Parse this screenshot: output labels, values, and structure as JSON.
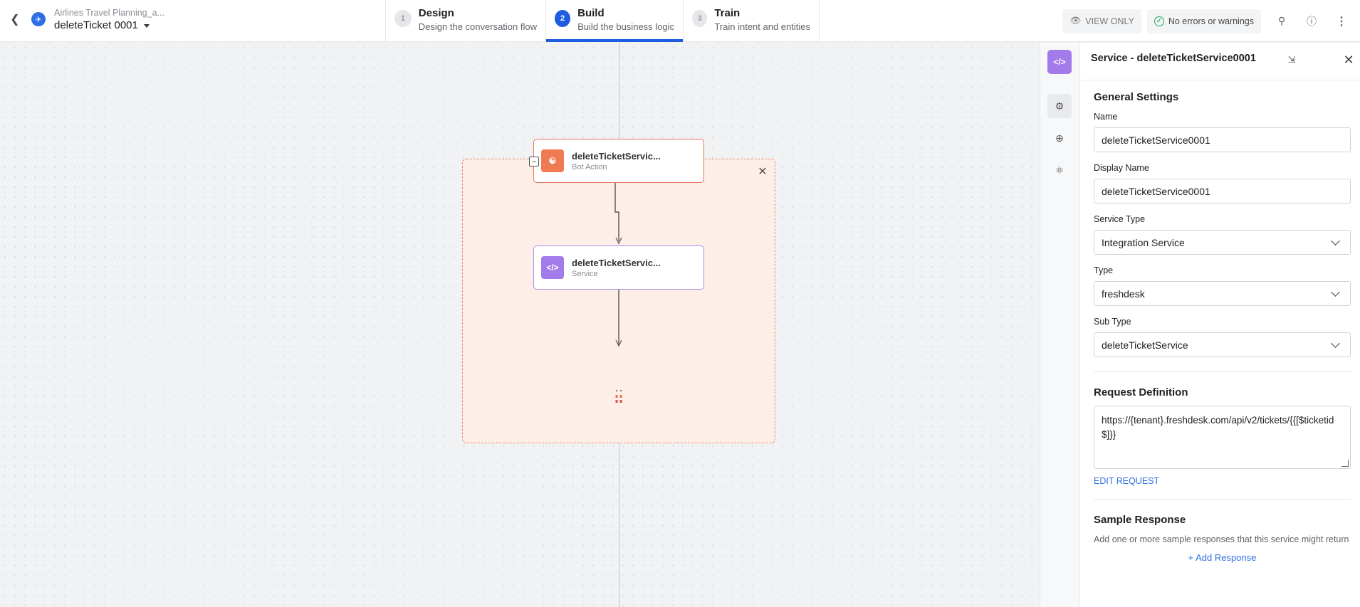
{
  "header": {
    "app_name": "Airlines Travel Planning_a...",
    "dialog_name": "deleteTicket 0001",
    "steps": [
      {
        "num": "1",
        "title": "Design",
        "subtitle": "Design the conversation flow"
      },
      {
        "num": "2",
        "title": "Build",
        "subtitle": "Build the business logic"
      },
      {
        "num": "3",
        "title": "Train",
        "subtitle": "Train intent and entities"
      }
    ],
    "active_step": "Build",
    "view_only_label": "VIEW ONLY",
    "status_label": "No errors or warnings"
  },
  "canvas": {
    "bot_action_node": {
      "title": "deleteTicketServic...",
      "subtitle": "Bot Action"
    },
    "service_node": {
      "title": "deleteTicketServic...",
      "subtitle": "Service"
    }
  },
  "panel": {
    "title": "Service - deleteTicketService0001",
    "general_settings_title": "General Settings",
    "name_label": "Name",
    "name_value": "deleteTicketService0001",
    "display_name_label": "Display Name",
    "display_name_value": "deleteTicketService0001",
    "service_type_label": "Service Type",
    "service_type_value": "Integration Service",
    "type_label": "Type",
    "type_value": "freshdesk",
    "sub_type_label": "Sub Type",
    "sub_type_value": "deleteTicketService",
    "request_definition_title": "Request Definition",
    "request_url": "https://{tenant}.freshdesk.com/api/v2/tickets/{{[$ticketid$]}}",
    "edit_request_label": "EDIT REQUEST",
    "sample_response_title": "Sample Response",
    "sample_response_desc": "Add one or more sample responses that this service might return",
    "add_response_label": "+ Add Response"
  },
  "colors": {
    "accent": "#1f5de0",
    "bot_action": "#ef7b52",
    "service": "#a37bea",
    "ok": "#25a55f"
  }
}
